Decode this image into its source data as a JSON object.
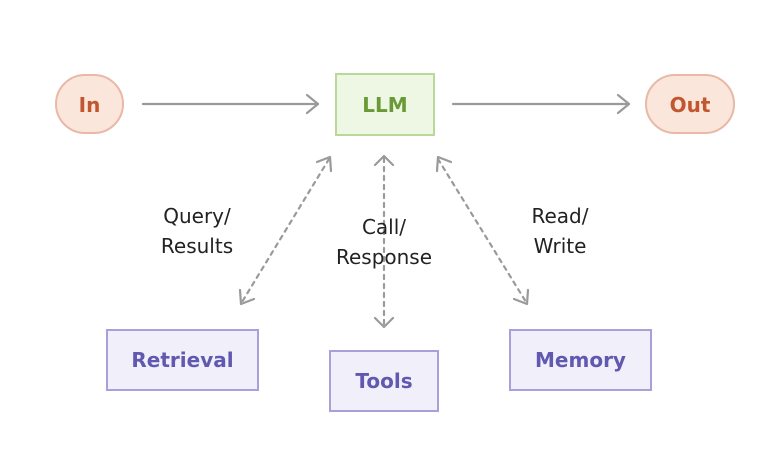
{
  "colors": {
    "terminal_fill": "#fbe6dc",
    "terminal_stroke": "#e8b9a6",
    "terminal_text": "#c2562f",
    "llm_fill": "#eef6e4",
    "llm_stroke": "#b8d99a",
    "llm_text": "#6a9a35",
    "component_fill": "#f0effa",
    "component_stroke": "#a7a1d9",
    "component_text": "#6158b0",
    "arrow": "#9a9a9a",
    "label_text": "#222222"
  },
  "nodes": {
    "input": "In",
    "llm": "LLM",
    "output": "Out",
    "retrieval": "Retrieval",
    "tools": "Tools",
    "memory": "Memory"
  },
  "edge_labels": {
    "retrieval": [
      "Query/",
      "Results"
    ],
    "tools": [
      "Call/",
      "Response"
    ],
    "memory": [
      "Read/",
      "Write"
    ]
  },
  "icons": {
    "solid_arrow": "arrow-right",
    "dashed_arrow": "dashed-double-arrow"
  }
}
